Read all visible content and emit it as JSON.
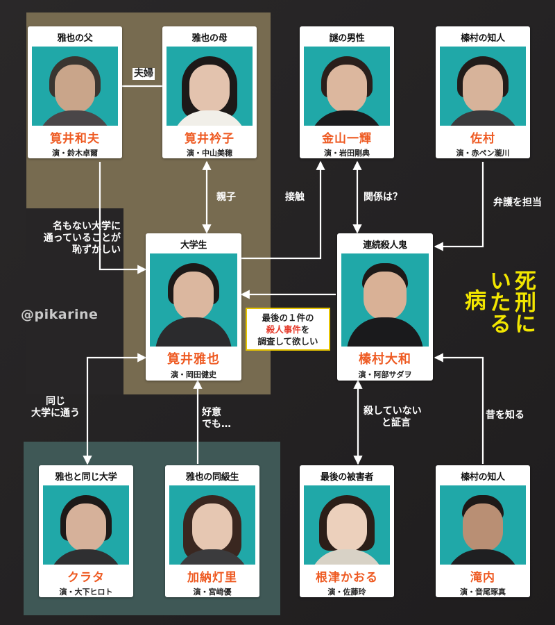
{
  "colors": {
    "background": "#242223",
    "family_zone": "#776b50",
    "school_zone": "#3f5856",
    "photo_bg": "#20a8a8",
    "name_color": "#ee5a22",
    "title_color": "#f2e600"
  },
  "watermark": "@pikarine",
  "title": {
    "line1": "死刑に",
    "line2": "いたる",
    "line3": "病"
  },
  "characters": {
    "father": {
      "role": "雅也の父",
      "name": "筧井和夫",
      "actor": "演・鈴木卓爾"
    },
    "mother": {
      "role": "雅也の母",
      "name": "筧井衿子",
      "actor": "演・中山美穂"
    },
    "kanayama": {
      "role": "謎の男性",
      "name": "金山一輝",
      "actor": "演・岩田剛典"
    },
    "samura": {
      "role": "榛村の知人",
      "name": "佐村",
      "actor": "演・赤ペン瀧川"
    },
    "masaya": {
      "role": "大学生",
      "name": "筧井雅也",
      "actor": "演・岡田健史"
    },
    "haimura": {
      "role": "連続殺人鬼",
      "name": "榛村大和",
      "actor": "演・阿部サダヲ"
    },
    "kurata": {
      "role": "雅也と同じ大学",
      "name": "クラタ",
      "actor": "演・大下ヒロト"
    },
    "akari": {
      "role": "雅也の同級生",
      "name": "加納灯里",
      "actor": "演・宮﨑優"
    },
    "nezu": {
      "role": "最後の被害者",
      "name": "根津かおる",
      "actor": "演・佐藤玲"
    },
    "takiuchi": {
      "role": "榛村の知人",
      "name": "滝内",
      "actor": "演・音尾琢真"
    }
  },
  "relations": {
    "fuufu": "夫婦",
    "oyako": "親子",
    "sesshoku": "接触",
    "kankei": "関係は？",
    "bengo": "弁護を担当",
    "hazukashii": [
      "名もない大学に",
      "通っていることが",
      "恥ずかしい"
    ],
    "onaji": [
      "同じ",
      "大学に通う"
    ],
    "koui": [
      "好意",
      "でも…"
    ],
    "shougen": [
      "殺していない",
      "と証言"
    ],
    "mukashi": "昔を知る"
  },
  "callout": {
    "before": "最後の１件の",
    "highlight": "殺人事件",
    "after": "を",
    "line3": "調査して欲しい"
  }
}
